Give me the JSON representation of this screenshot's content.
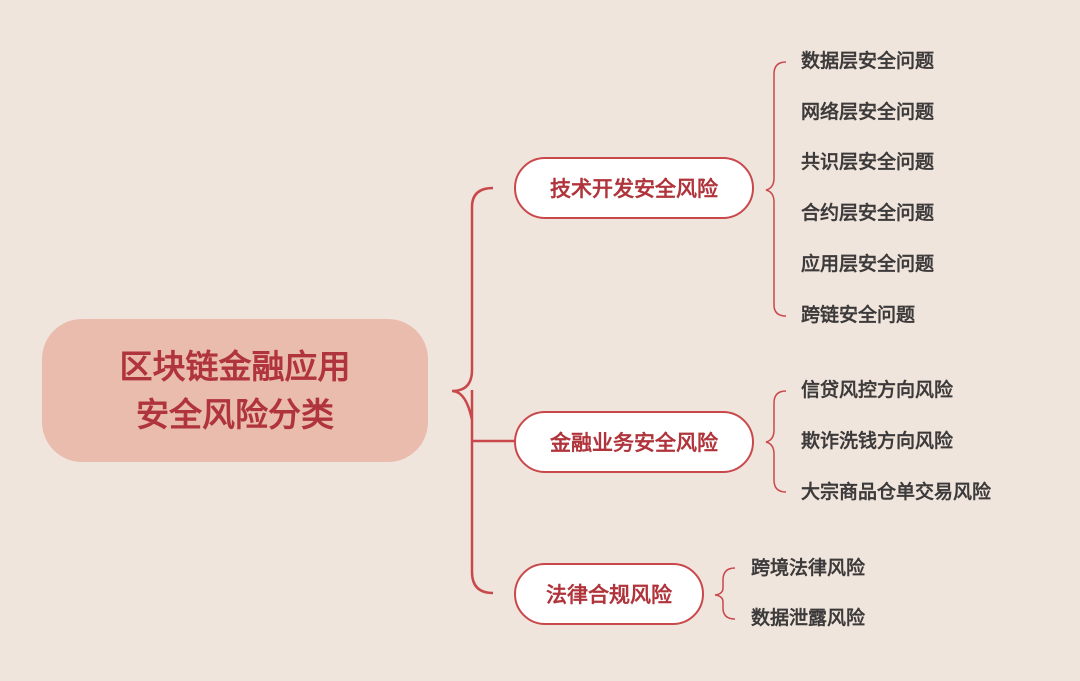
{
  "colors": {
    "background": "#f0e5dc",
    "root_fill": "#e9bcae",
    "accent": "#b0343b",
    "connector": "#c9484b",
    "leaf_text": "#3c3a3a"
  },
  "root": {
    "line1": "区块链金融应用",
    "line2": "安全风险分类"
  },
  "branches": [
    {
      "label": "技术开发安全风险",
      "leaves": [
        "数据层安全问题",
        "网络层安全问题",
        "共识层安全问题",
        "合约层安全问题",
        "应用层安全问题",
        "跨链安全问题"
      ]
    },
    {
      "label": "金融业务安全风险",
      "leaves": [
        "信贷风控方向风险",
        "欺诈洗钱方向风险",
        "大宗商品仓单交易风险"
      ]
    },
    {
      "label": "法律合规风险",
      "leaves": [
        "跨境法律风险",
        "数据泄露风险"
      ]
    }
  ]
}
